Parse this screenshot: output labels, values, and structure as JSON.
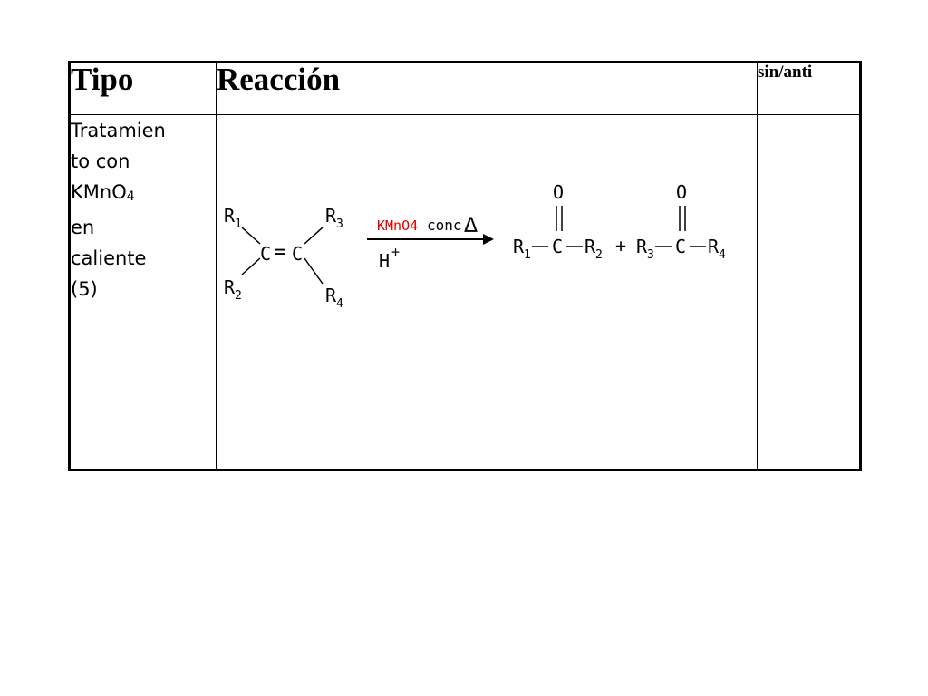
{
  "table": {
    "headers": {
      "tipo": "Tipo",
      "reaccion": "Reacción",
      "sin_anti": "sin/anti"
    },
    "row": {
      "tipo_lines": [
        "Tratamien",
        "to con",
        "KMnO",
        "4",
        "en",
        "caliente",
        "(5)"
      ],
      "sin_anti": ""
    }
  },
  "reaction": {
    "reactant": {
      "r1": "R",
      "r1_sub": "1",
      "r2": "R",
      "r2_sub": "2",
      "r3": "R",
      "r3_sub": "3",
      "r4": "R",
      "r4_sub": "4",
      "c_left": "C",
      "c_right": "C",
      "double_bond": "="
    },
    "reagents": {
      "above_red": "KMnO4",
      "above_black": "conc.",
      "delta": "Δ",
      "below": "H",
      "below_sup": "+",
      "red_color": "#e60000"
    },
    "product1": {
      "o": "O",
      "r_left": "R",
      "r_left_sub": "1",
      "c": "C",
      "r_right": "R",
      "r_right_sub": "2"
    },
    "plus": "+",
    "product2": {
      "o": "O",
      "r_left": "R",
      "r_left_sub": "3",
      "c": "C",
      "r_right": "R",
      "r_right_sub": "4"
    }
  }
}
